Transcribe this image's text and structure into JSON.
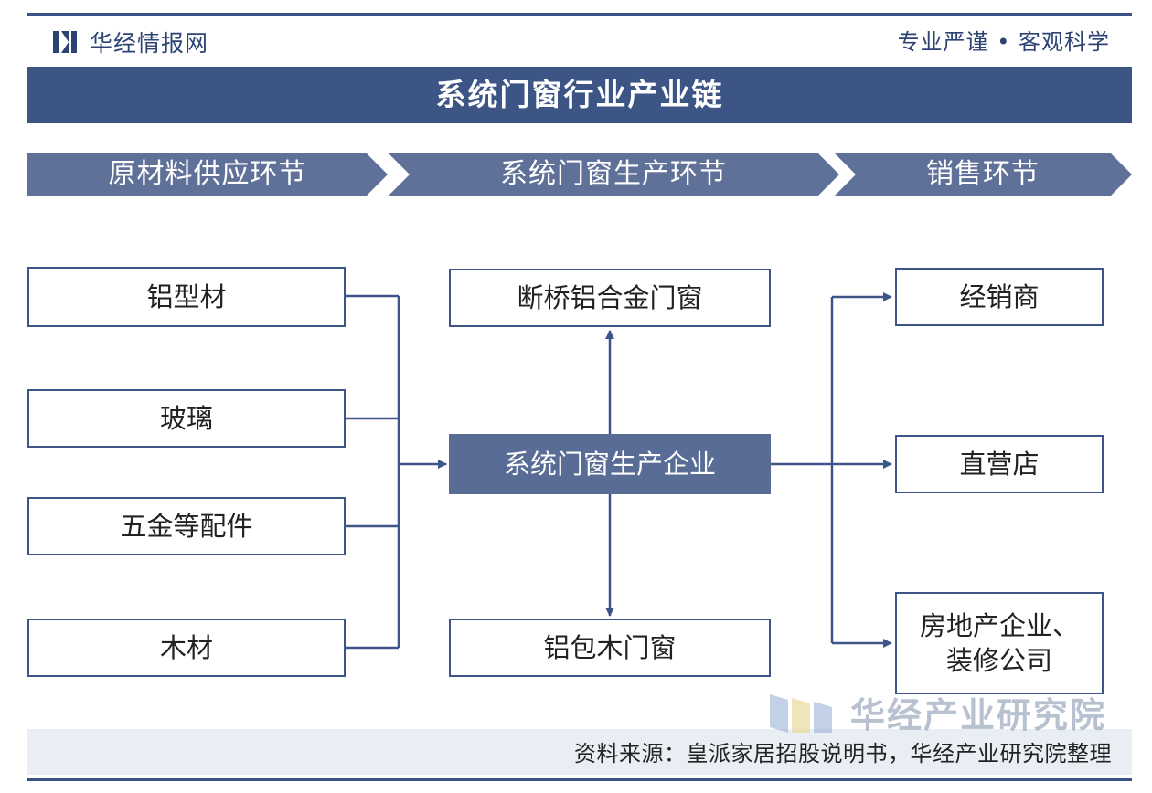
{
  "header": {
    "brand": "华经情报网",
    "slogan": "专业严谨 • 客观科学"
  },
  "title": "系统门窗行业产业链",
  "stages": [
    "原材料供应环节",
    "系统门窗生产环节",
    "销售环节"
  ],
  "raw_materials": [
    "铝型材",
    "玻璃",
    "五金等配件",
    "木材"
  ],
  "production": {
    "center": "系统门窗生产企业",
    "top": "断桥铝合金门窗",
    "bottom": "铝包木门窗"
  },
  "sales": [
    "经销商",
    "直营店",
    "房地产企业、\n装修公司"
  ],
  "footer": {
    "source": "资料来源：皇派家居招股说明书，华经产业研究院整理"
  },
  "watermark": {
    "text": "华经产业研究院"
  },
  "colors": {
    "navy": "#3c5585",
    "stage": "#5f7198",
    "center_box": "#586c95",
    "footer_bg": "#e9eef4"
  }
}
